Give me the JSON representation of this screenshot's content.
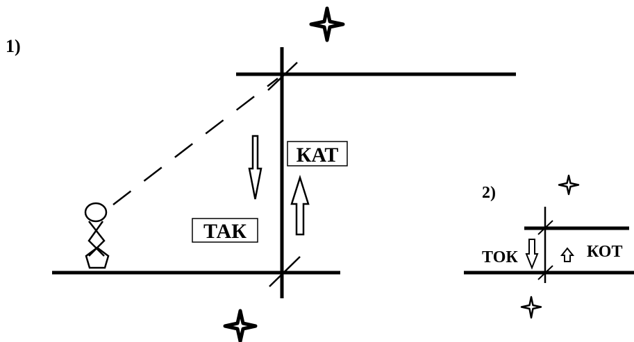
{
  "panel_1": {
    "number_label": "1)",
    "label_down": "ТАК",
    "label_up": "КАТ"
  },
  "panel_2": {
    "number_label": "2)",
    "label_down": "ТОК",
    "label_up": "КОТ"
  },
  "colors": {
    "ink": "#000000",
    "background": "#ffffff"
  },
  "icons": [
    "four-point-star-icon",
    "stick-figure-icon",
    "arrow-down-icon",
    "arrow-up-icon"
  ]
}
